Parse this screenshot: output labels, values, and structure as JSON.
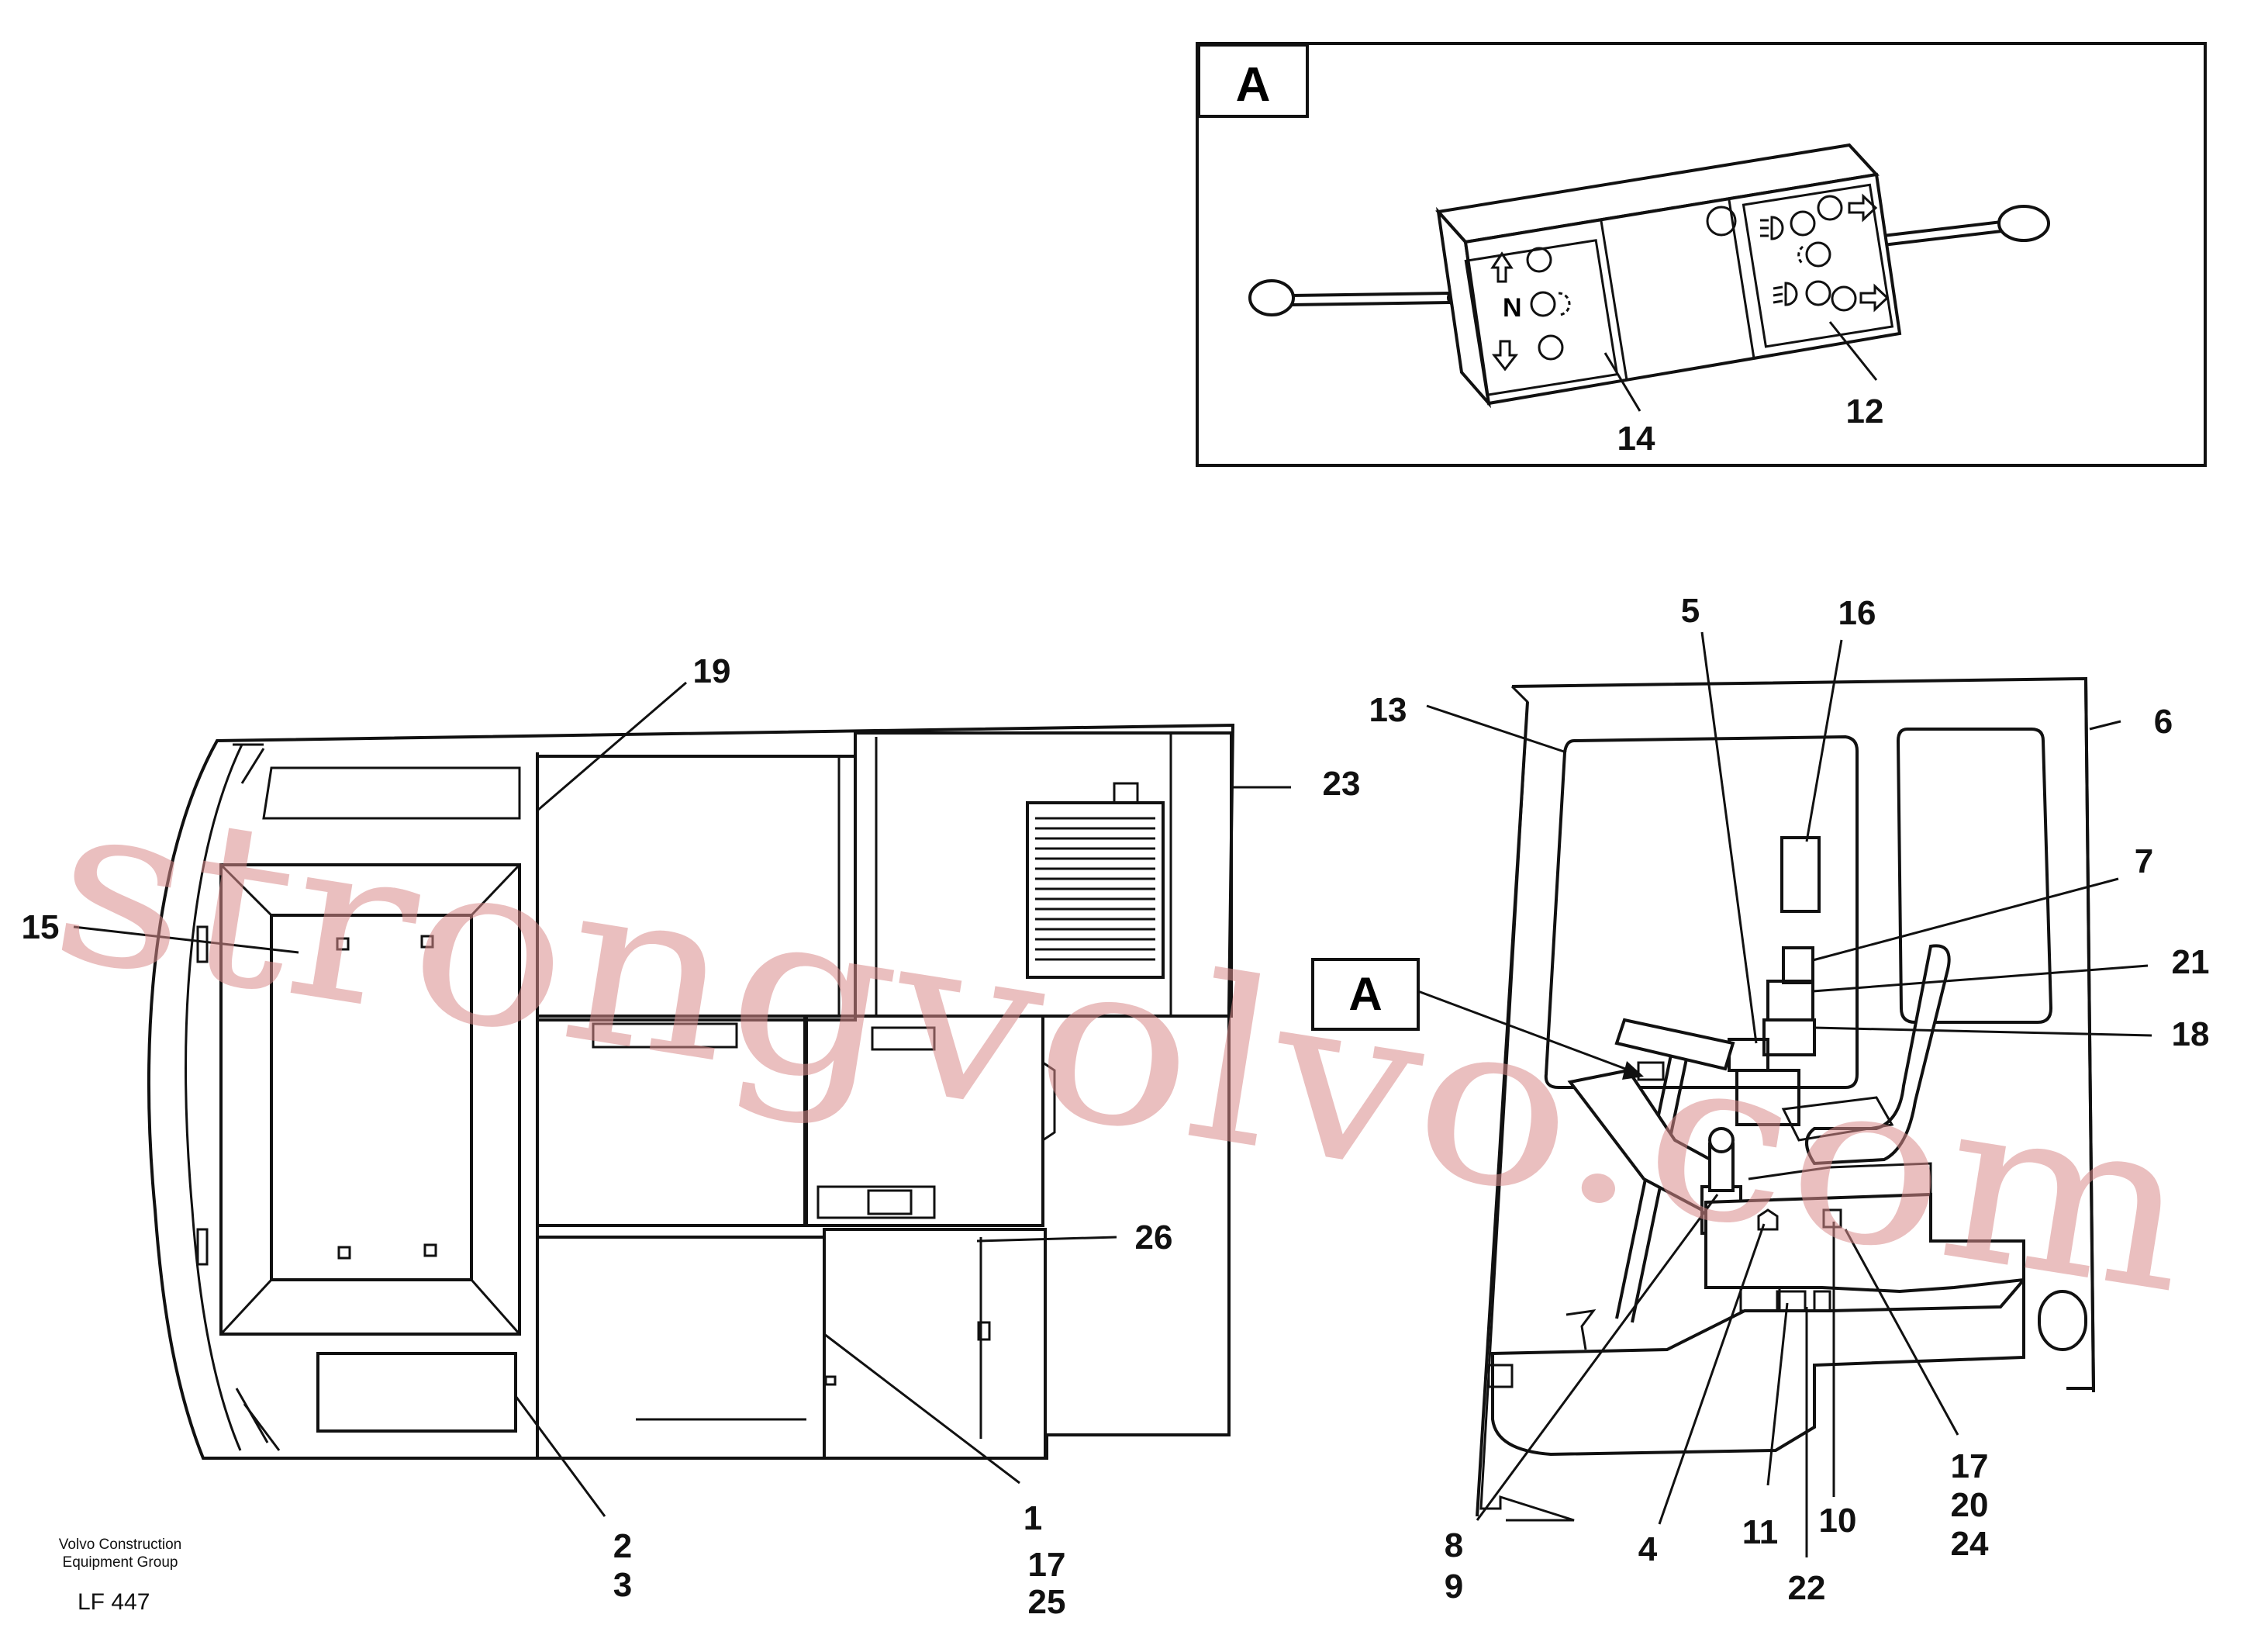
{
  "watermark": "strongvolvo.com",
  "detail_box": {
    "letter": "A"
  },
  "callout_A": "A",
  "detail_labels": {
    "l14": "14",
    "l12": "12",
    "neutral": "N"
  },
  "labels": {
    "l19": "19",
    "l23": "23",
    "l15": "15",
    "l26": "26",
    "l2": "2",
    "l3": "3",
    "l1": "1",
    "l17a": "17",
    "l25": "25",
    "l5": "5",
    "l16": "16",
    "l13": "13",
    "l6": "6",
    "l7": "7",
    "l21": "21",
    "l18": "18",
    "l8": "8",
    "l9": "9",
    "l4": "4",
    "l11": "11",
    "l22": "22",
    "l10": "10",
    "l17b": "17",
    "l20": "20",
    "l24": "24"
  },
  "footer": {
    "company_line1": "Volvo Construction",
    "company_line2": "Equipment Group",
    "code": "LF 447"
  }
}
